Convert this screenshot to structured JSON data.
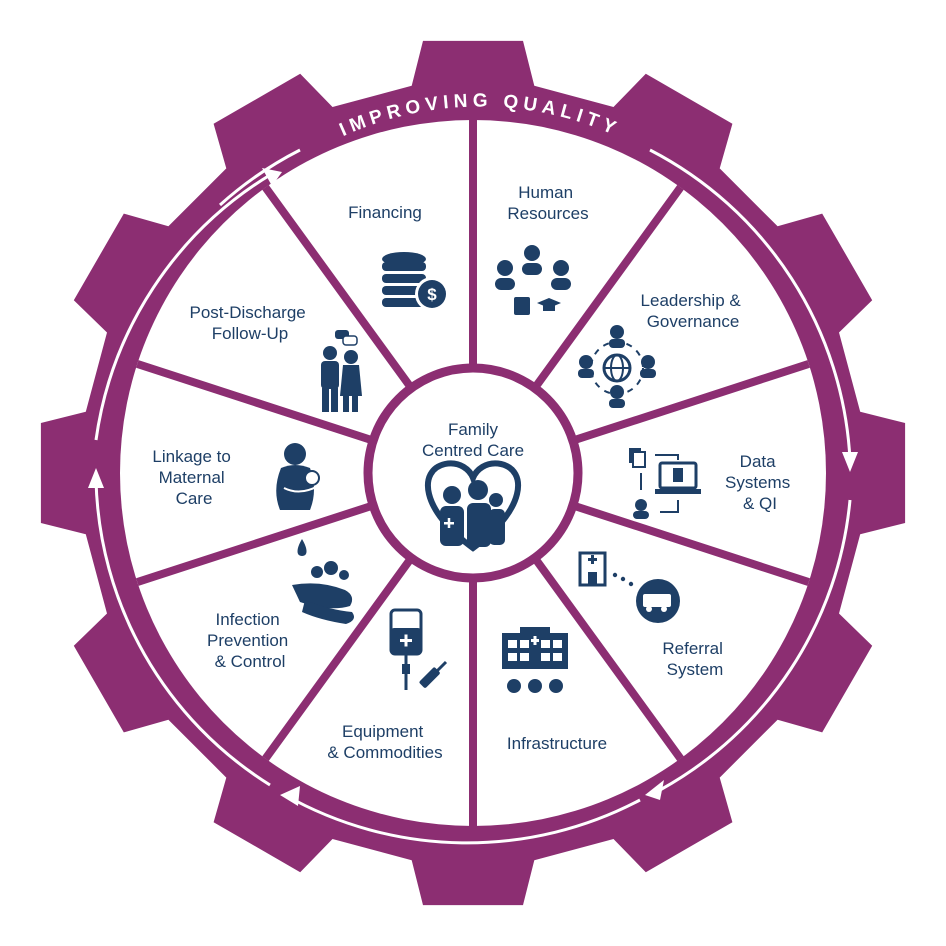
{
  "ring_title": "IMPROVING QUALITY",
  "center": {
    "line1": "Family",
    "line2": "Centred Care"
  },
  "colors": {
    "gear": "#8c2e72",
    "icon": "#1e3f66",
    "text": "#1e3f66",
    "background": "#ffffff"
  },
  "segments": [
    {
      "id": "financing",
      "lines": [
        "Financing"
      ],
      "icon": "coins-dollar-icon"
    },
    {
      "id": "human-resources",
      "lines": [
        "Human",
        "Resources"
      ],
      "icon": "team-icon"
    },
    {
      "id": "leadership",
      "lines": [
        "Leadership &",
        "Governance"
      ],
      "icon": "globe-network-icon"
    },
    {
      "id": "data-systems",
      "lines": [
        "Data",
        "Systems",
        "& QI"
      ],
      "icon": "laptop-data-icon"
    },
    {
      "id": "referral",
      "lines": [
        "Referral",
        "System"
      ],
      "icon": "ambulance-icon"
    },
    {
      "id": "infrastructure",
      "lines": [
        "Infrastructure"
      ],
      "icon": "hospital-building-icon"
    },
    {
      "id": "equipment",
      "lines": [
        "Equipment",
        "& Commodities"
      ],
      "icon": "iv-syringe-icon"
    },
    {
      "id": "infection",
      "lines": [
        "Infection",
        "Prevention",
        "& Control"
      ],
      "icon": "handwash-icon"
    },
    {
      "id": "linkage",
      "lines": [
        "Linkage to",
        "Maternal",
        "Care"
      ],
      "icon": "mother-baby-icon"
    },
    {
      "id": "post-discharge",
      "lines": [
        "Post-Discharge",
        "Follow-Up"
      ],
      "icon": "family-icon"
    }
  ]
}
